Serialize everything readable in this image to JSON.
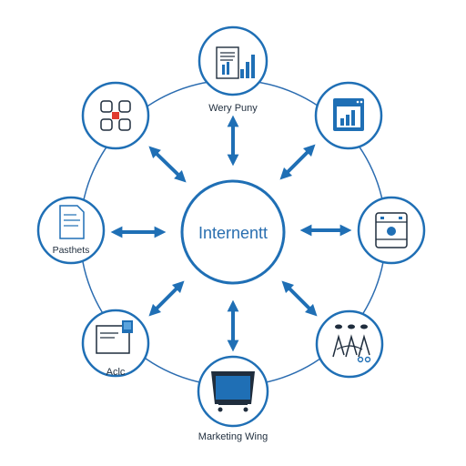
{
  "center": {
    "label": "Internentt"
  },
  "nodes": [
    {
      "id": "report",
      "label": "Wery Puny",
      "icon": "report-chart-icon"
    },
    {
      "id": "dashboard",
      "label": "",
      "icon": "bar-dashboard-icon"
    },
    {
      "id": "finance",
      "label": "",
      "icon": "cash-register-icon"
    },
    {
      "id": "team",
      "label": "",
      "icon": "people-group-icon"
    },
    {
      "id": "marketing",
      "label": "Marketing Wing",
      "icon": "shopping-cart-icon"
    },
    {
      "id": "acic",
      "label": "Aclc",
      "icon": "monitor-icon"
    },
    {
      "id": "partners",
      "label": "Pasthets",
      "icon": "document-icon"
    },
    {
      "id": "network",
      "label": "",
      "icon": "network-nodes-icon"
    }
  ],
  "colors": {
    "accent": "#1f6fb5",
    "ring": "#2b6cb0",
    "accent_light": "#5aa3dd",
    "highlight": "#e03a2f"
  }
}
